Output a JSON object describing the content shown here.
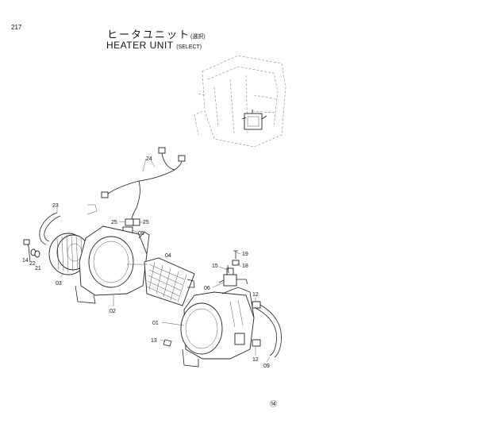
{
  "page_number": "217",
  "title": {
    "japanese": "ヒータユニット",
    "japanese_note": "(選択)",
    "english": "HEATER UNIT",
    "english_note": "(SELECT)"
  },
  "callouts": [
    {
      "id": "c24",
      "text": "24"
    },
    {
      "id": "c23",
      "text": "23"
    },
    {
      "id": "c25a",
      "text": "25"
    },
    {
      "id": "c25b",
      "text": "25"
    },
    {
      "id": "c05",
      "text": "05"
    },
    {
      "id": "c04",
      "text": "04"
    },
    {
      "id": "c19",
      "text": "19"
    },
    {
      "id": "c15",
      "text": "15"
    },
    {
      "id": "c18",
      "text": "18"
    },
    {
      "id": "c06",
      "text": "06"
    },
    {
      "id": "c12a",
      "text": "12"
    },
    {
      "id": "c14",
      "text": "14"
    },
    {
      "id": "c22",
      "text": "22"
    },
    {
      "id": "c21",
      "text": "21"
    },
    {
      "id": "c03",
      "text": "03"
    },
    {
      "id": "c02",
      "text": "02"
    },
    {
      "id": "c01",
      "text": "01"
    },
    {
      "id": "c13",
      "text": "13"
    },
    {
      "id": "c12b",
      "text": "12"
    },
    {
      "id": "c09",
      "text": "09"
    }
  ],
  "footer_mark": "⑭"
}
